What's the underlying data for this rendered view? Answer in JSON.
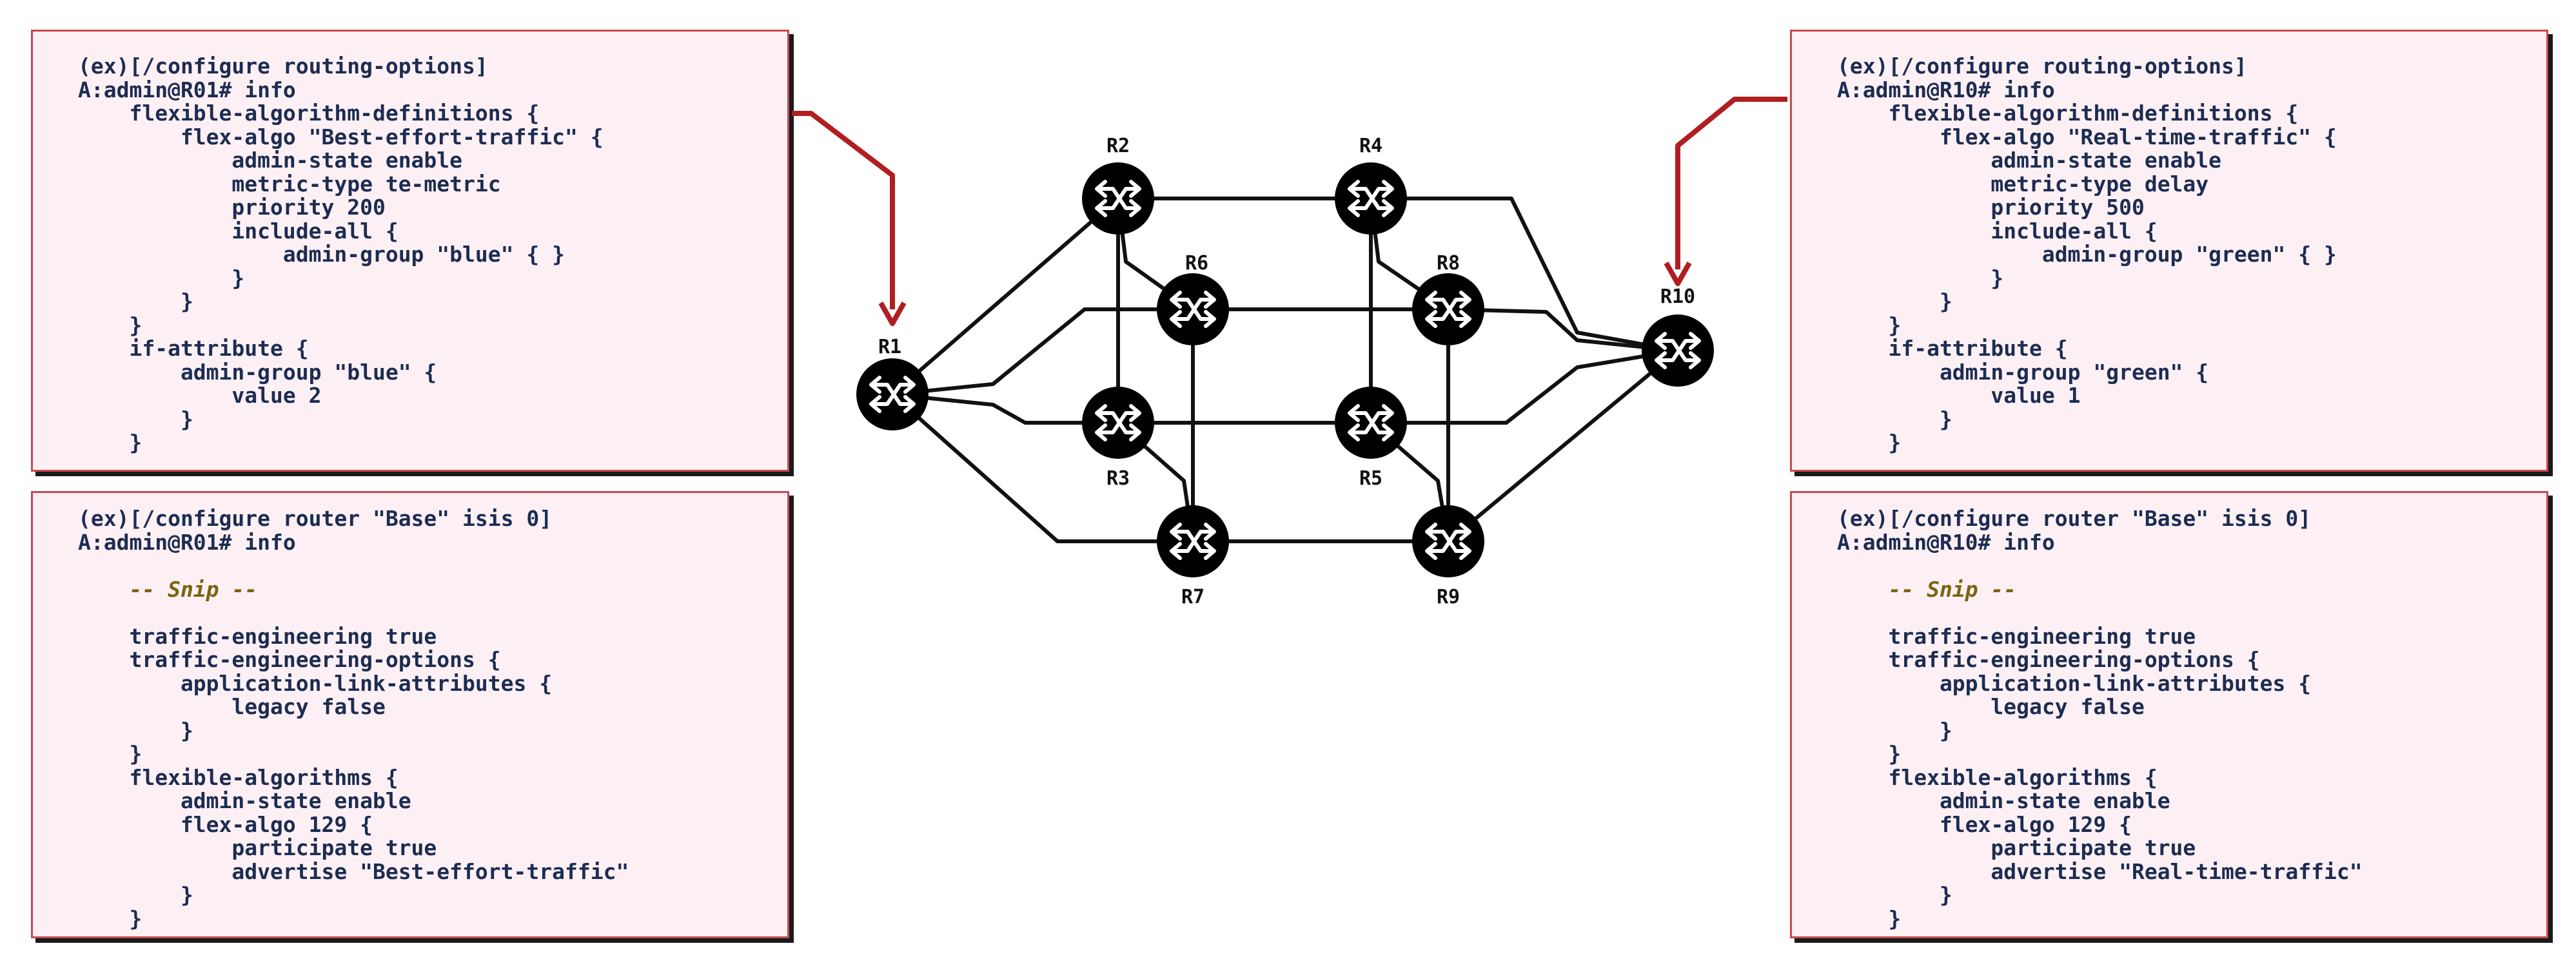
{
  "left_top": {
    "lines": [
      "(ex)[/configure routing-options]",
      "A:admin@R01# info",
      "    flexible-algorithm-definitions {",
      "        flex-algo \"Best-effort-traffic\" {",
      "            admin-state enable",
      "            metric-type te-metric",
      "            priority 200",
      "            include-all {",
      "                admin-group \"blue\" { }",
      "            }",
      "        }",
      "    }",
      "    if-attribute {",
      "        admin-group \"blue\" {",
      "            value 2",
      "        }",
      "    }"
    ]
  },
  "left_bottom": {
    "lines": [
      "(ex)[/configure router \"Base\" isis 0]",
      "A:admin@R01# info",
      "",
      "    -- Snip --",
      "",
      "    traffic-engineering true",
      "    traffic-engineering-options {",
      "        application-link-attributes {",
      "            legacy false",
      "        }",
      "    }",
      "    flexible-algorithms {",
      "        admin-state enable",
      "        flex-algo 129 {",
      "            participate true",
      "            advertise \"Best-effort-traffic\"",
      "        }",
      "    }"
    ]
  },
  "right_top": {
    "lines": [
      "(ex)[/configure routing-options]",
      "A:admin@R10# info",
      "    flexible-algorithm-definitions {",
      "        flex-algo \"Real-time-traffic\" {",
      "            admin-state enable",
      "            metric-type delay",
      "            priority 500",
      "            include-all {",
      "                admin-group \"green\" { }",
      "            }",
      "        }",
      "    }",
      "    if-attribute {",
      "        admin-group \"green\" {",
      "            value 1",
      "        }",
      "    }"
    ]
  },
  "right_bottom": {
    "lines": [
      "(ex)[/configure router \"Base\" isis 0]",
      "A:admin@R10# info",
      "",
      "    -- Snip --",
      "",
      "    traffic-engineering true",
      "    traffic-engineering-options {",
      "        application-link-attributes {",
      "            legacy false",
      "        }",
      "    }",
      "    flexible-algorithms {",
      "        admin-state enable",
      "        flex-algo 129 {",
      "            participate true",
      "            advertise \"Real-time-traffic\"",
      "        }",
      "    }"
    ]
  },
  "topology": {
    "routers": [
      "R1",
      "R2",
      "R3",
      "R4",
      "R5",
      "R6",
      "R7",
      "R8",
      "R9",
      "R10"
    ],
    "links": [
      [
        "R1",
        "R2"
      ],
      [
        "R1",
        "R3"
      ],
      [
        "R1",
        "R6"
      ],
      [
        "R1",
        "R7"
      ],
      [
        "R2",
        "R4"
      ],
      [
        "R2",
        "R3"
      ],
      [
        "R2",
        "R6"
      ],
      [
        "R3",
        "R5"
      ],
      [
        "R3",
        "R7"
      ],
      [
        "R4",
        "R5"
      ],
      [
        "R4",
        "R8"
      ],
      [
        "R4",
        "R10"
      ],
      [
        "R5",
        "R9"
      ],
      [
        "R5",
        "R10"
      ],
      [
        "R6",
        "R8"
      ],
      [
        "R6",
        "R7"
      ],
      [
        "R7",
        "R9"
      ],
      [
        "R8",
        "R9"
      ],
      [
        "R8",
        "R10"
      ],
      [
        "R9",
        "R10"
      ]
    ]
  },
  "colors": {
    "panel_bg": "#fdf0f4",
    "panel_border": "#c8494f",
    "code_text": "#1c2c52",
    "snip_text": "#7a6410",
    "arrow": "#b01e22",
    "router_fill": "#000000",
    "link": "#111111"
  },
  "icons": {
    "router": "router-crossed-arrows-icon",
    "pointer": "arrow-down-icon"
  }
}
